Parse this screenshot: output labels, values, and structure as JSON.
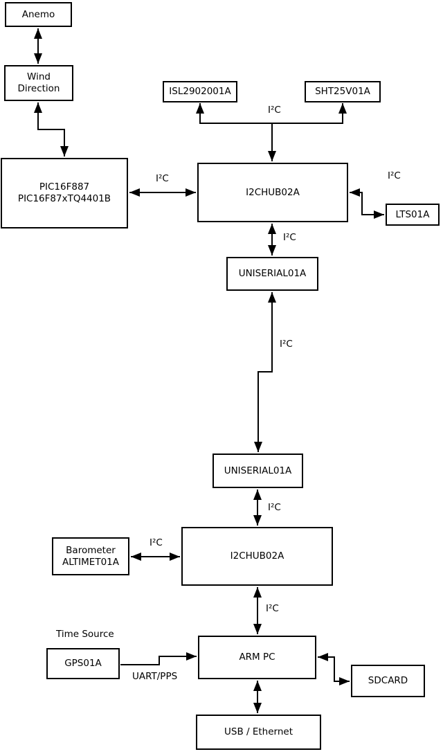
{
  "diagram": {
    "background_color": "#ffffff",
    "line_color": "#000000",
    "box_fill": "#ffffff",
    "box_border": "#000000",
    "nodes": {
      "anemo": {
        "label": "Anemo"
      },
      "wind_direction": {
        "line1": "Wind",
        "line2": "Direction"
      },
      "pic": {
        "line1": "PIC16F887",
        "line2": "PIC16F87xTQ4401B"
      },
      "isl": {
        "label": "ISL2902001A"
      },
      "sht": {
        "label": "SHT25V01A"
      },
      "i2c_hub_top": {
        "label": "I2CHUB02A"
      },
      "lts": {
        "label": "LTS01A"
      },
      "uniserial_top": {
        "label": "UNISERIAL01A"
      },
      "uniserial_bottom": {
        "label": "UNISERIAL01A"
      },
      "barometer": {
        "line1": "Barometer",
        "line2": "ALTIMET01A"
      },
      "i2c_hub_bottom": {
        "label": "I2CHUB02A"
      },
      "gps": {
        "label": "GPS01A"
      },
      "arm_pc": {
        "label": "ARM PC"
      },
      "sdcard": {
        "label": "SDCARD"
      },
      "usb_ethernet": {
        "label": "USB / Ethernet"
      }
    },
    "edge_labels": {
      "bus_top": "I²C",
      "pic_to_hub": "I²C",
      "hub_to_lts": "I²C",
      "hub_to_uniserial": "I²C",
      "uniserial_to_uniserial": "I²C",
      "uniserial_to_hub2": "I²C",
      "barometer_to_hub2": "I²C",
      "hub2_to_armpc": "I²C",
      "gps_to_armpc": "UART/PPS",
      "time_source_caption": "Time Source"
    }
  }
}
